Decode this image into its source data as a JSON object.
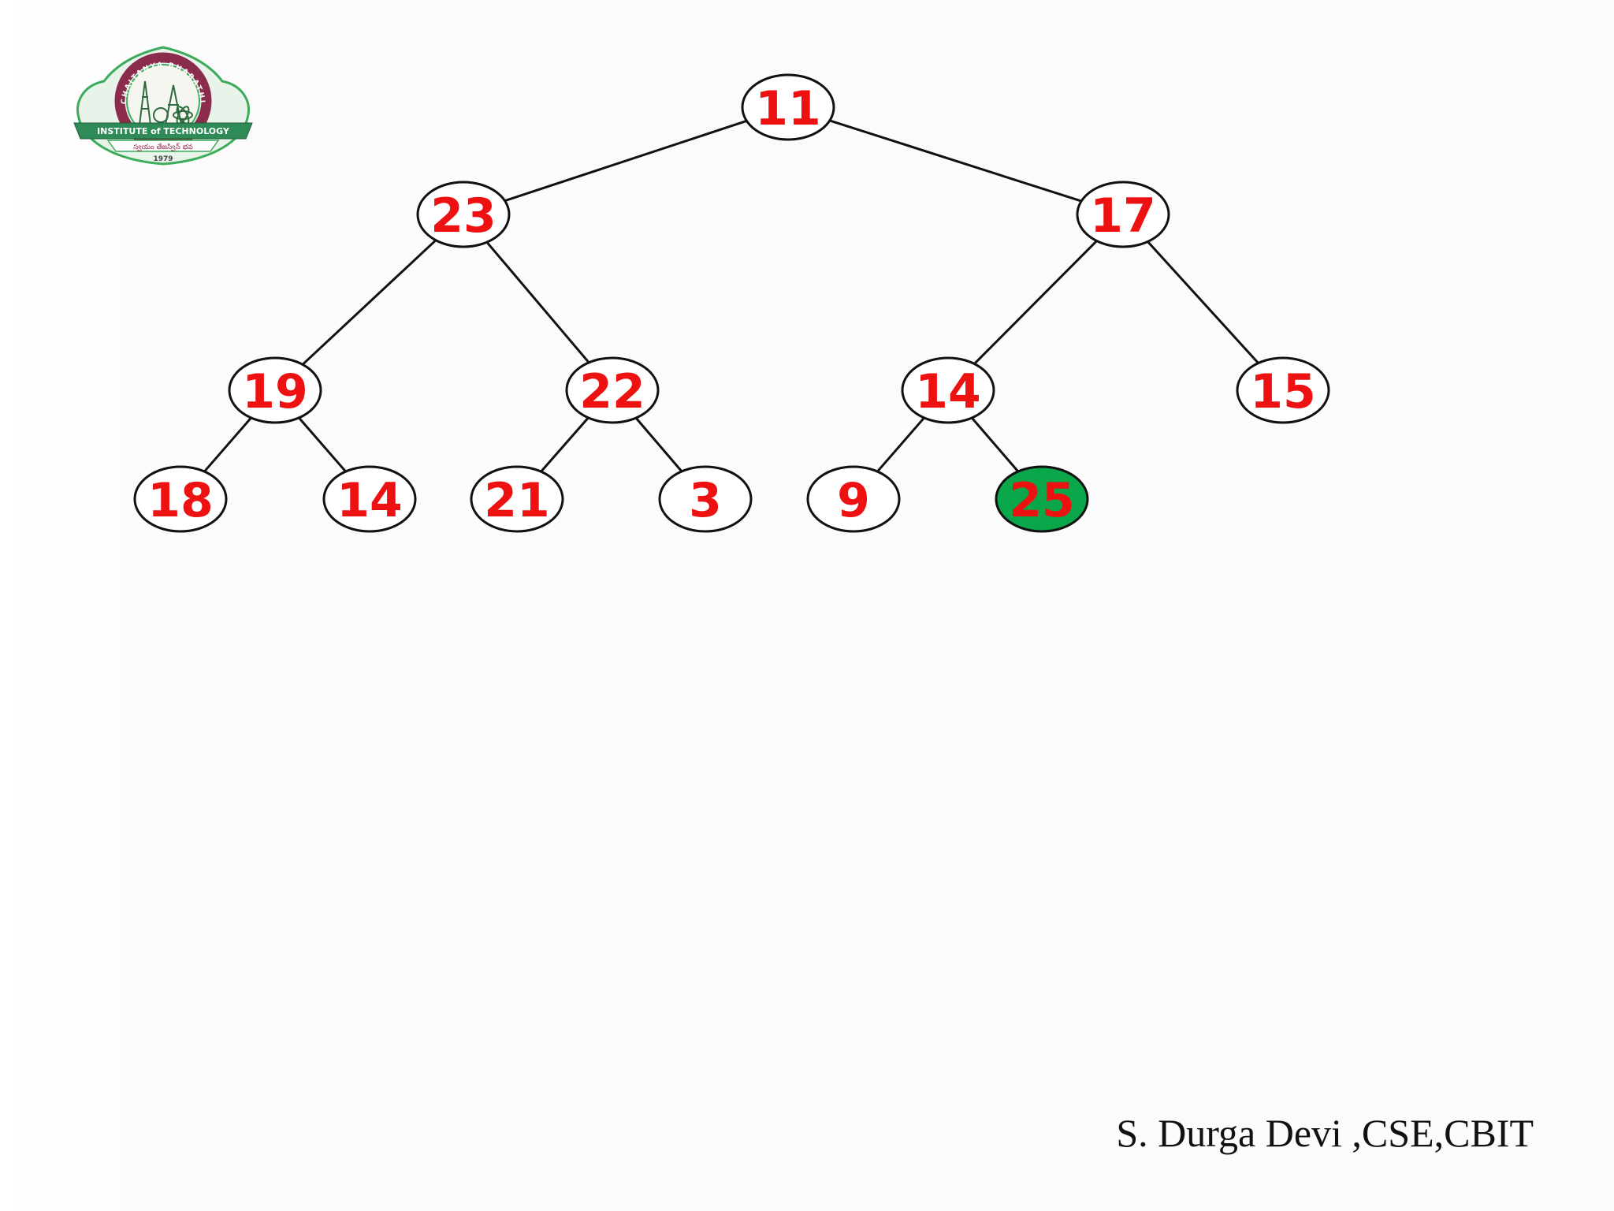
{
  "logo": {
    "top_text": "CHAITANYA BHARATHI",
    "banner_text": "INSTITUTE of TECHNOLOGY",
    "motto": "స్వయం తేజస్విన్ భవ",
    "year": "1979",
    "colors": {
      "ring": "#8c2c4c",
      "banner": "#2e8b57",
      "leaf": "#3cab5a"
    }
  },
  "tree": {
    "nodes": [
      {
        "id": "n0",
        "label": "11",
        "highlight": false
      },
      {
        "id": "n1",
        "label": "23",
        "highlight": false
      },
      {
        "id": "n2",
        "label": "17",
        "highlight": false
      },
      {
        "id": "n3",
        "label": "19",
        "highlight": false
      },
      {
        "id": "n4",
        "label": "22",
        "highlight": false
      },
      {
        "id": "n5",
        "label": "14",
        "highlight": false
      },
      {
        "id": "n6",
        "label": "15",
        "highlight": false
      },
      {
        "id": "n7",
        "label": "18",
        "highlight": false
      },
      {
        "id": "n8",
        "label": "14",
        "highlight": false
      },
      {
        "id": "n9",
        "label": "21",
        "highlight": false
      },
      {
        "id": "n10",
        "label": "3",
        "highlight": false
      },
      {
        "id": "n11",
        "label": "9",
        "highlight": false
      },
      {
        "id": "n12",
        "label": "25",
        "highlight": true
      }
    ],
    "edges": [
      [
        "n0",
        "n1"
      ],
      [
        "n0",
        "n2"
      ],
      [
        "n1",
        "n3"
      ],
      [
        "n1",
        "n4"
      ],
      [
        "n2",
        "n5"
      ],
      [
        "n2",
        "n6"
      ],
      [
        "n3",
        "n7"
      ],
      [
        "n3",
        "n8"
      ],
      [
        "n4",
        "n9"
      ],
      [
        "n4",
        "n10"
      ],
      [
        "n5",
        "n11"
      ],
      [
        "n5",
        "n12"
      ]
    ],
    "colors": {
      "label": "#ee1111",
      "outline": "#111111",
      "fill": "#ffffff",
      "highlight_fill": "#0aa64a"
    }
  },
  "footer": {
    "text": "S. Durga Devi ,CSE,CBIT"
  }
}
